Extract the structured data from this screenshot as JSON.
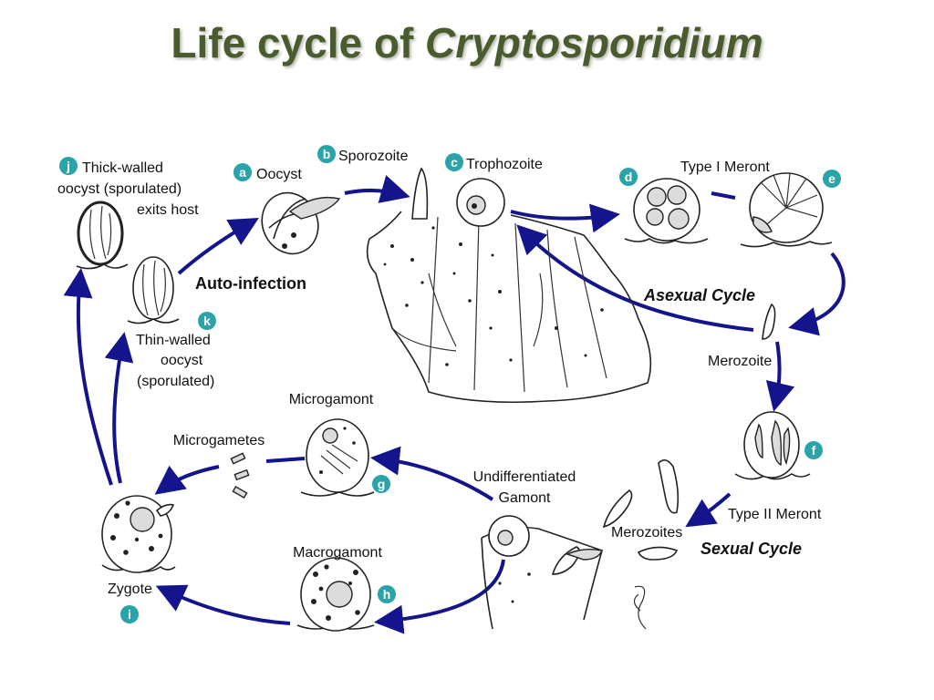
{
  "title": {
    "prefix": "Life cycle of ",
    "emphasis": "Cryptosporidium"
  },
  "colors": {
    "title": "#4b5b30",
    "arrow": "#14148c",
    "badge": "#2aa3a9"
  },
  "stages": {
    "a": {
      "badge": "a",
      "label": "Oocyst"
    },
    "b": {
      "badge": "b",
      "label": "Sporozoite"
    },
    "c": {
      "badge": "c",
      "label": "Trophozoite"
    },
    "d": {
      "badge": "d"
    },
    "type1": {
      "label": "Type I Meront"
    },
    "e": {
      "badge": "e"
    },
    "merozoite": {
      "label": "Merozoite"
    },
    "f": {
      "badge": "f"
    },
    "type2": {
      "label": "Type II Meront"
    },
    "merozoites": {
      "label": "Merozoites"
    },
    "undiff": {
      "line1": "Undifferentiated",
      "line2": "Gamont"
    },
    "g": {
      "badge": "g",
      "label": "Microgamont"
    },
    "microgametes": {
      "label": "Microgametes"
    },
    "h": {
      "badge": "h",
      "label": "Macrogamont"
    },
    "i": {
      "badge": "i",
      "label": "Zygote"
    },
    "j": {
      "badge": "j",
      "line1": "Thick-walled",
      "line2": "oocyst (sporulated)",
      "line3": "exits host"
    },
    "k": {
      "badge": "k",
      "line1": "Thin-walled",
      "line2": "oocyst",
      "line3": "(sporulated)"
    }
  },
  "cycles": {
    "auto_infection": "Auto-infection",
    "asexual": "Asexual Cycle",
    "sexual": "Sexual Cycle"
  }
}
